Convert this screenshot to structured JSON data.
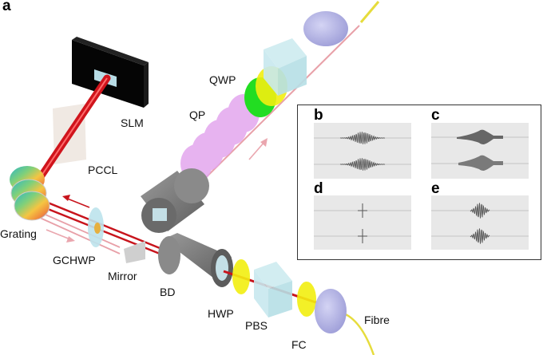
{
  "figure": {
    "panel_label": "a",
    "components": [
      {
        "id": "slm",
        "label": "SLM"
      },
      {
        "id": "pccl",
        "label": "PCCL"
      },
      {
        "id": "grating",
        "label": "Grating"
      },
      {
        "id": "gchwp",
        "label": "GCHWP"
      },
      {
        "id": "mirror",
        "label": "Mirror"
      },
      {
        "id": "bd",
        "label": "BD"
      },
      {
        "id": "hwp",
        "label": "HWP"
      },
      {
        "id": "pbs",
        "label": "PBS"
      },
      {
        "id": "fc",
        "label": "FC"
      },
      {
        "id": "fibre",
        "label": "Fibre"
      },
      {
        "id": "qp",
        "label": "QP"
      },
      {
        "id": "qwp",
        "label": "QWP"
      }
    ],
    "colors": {
      "beam_red": "#d0141c",
      "beam_pink": "#e8a0a8",
      "slm_body": "#0a0a0a",
      "qp_lens": "#e3a6ee",
      "qwp_green": "#22dd22",
      "qwp_yellow": "#f2ee10",
      "fc_lavender": "#b4b4e6",
      "cube_blue": "#bfe3ea",
      "bd_grey": "#7d7d7d",
      "fibre_yellow": "#e8e060"
    }
  },
  "insets": [
    {
      "label": "b",
      "pulse_shape": "chirped oscillating pulse, broad"
    },
    {
      "label": "c",
      "pulse_shape": "smooth broad envelope"
    },
    {
      "label": "d",
      "pulse_shape": "narrow spike"
    },
    {
      "label": "e",
      "pulse_shape": "compact oscillating pulse"
    }
  ]
}
